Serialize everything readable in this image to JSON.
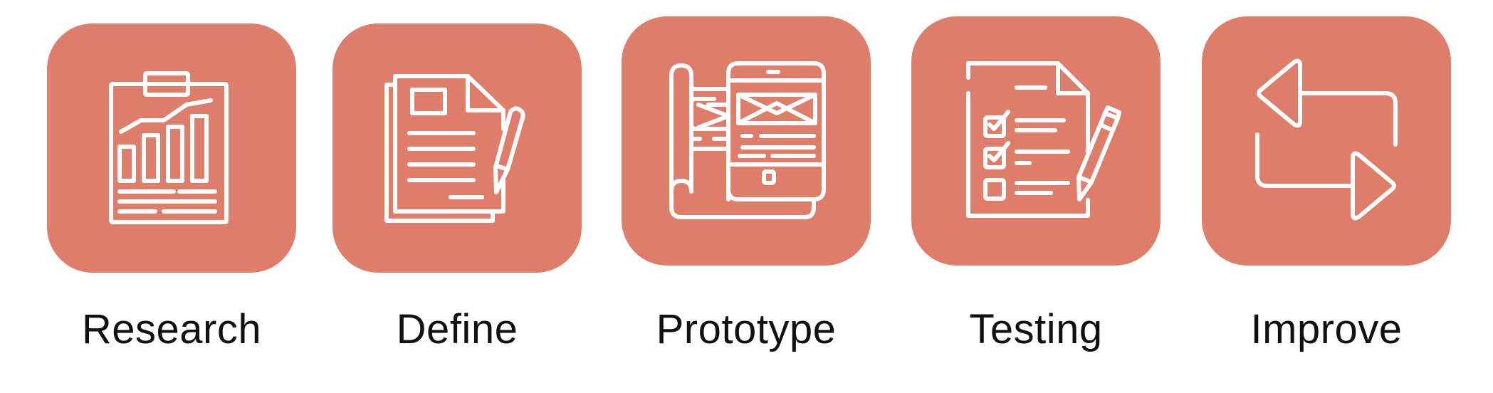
{
  "steps": [
    {
      "label": "Research",
      "icon": "chart-report-icon"
    },
    {
      "label": "Define",
      "icon": "document-pen-icon"
    },
    {
      "label": "Prototype",
      "icon": "blueprint-phone-icon"
    },
    {
      "label": "Testing",
      "icon": "checklist-pencil-icon"
    },
    {
      "label": "Improve",
      "icon": "loop-arrows-icon"
    }
  ],
  "colors": {
    "tile": "#df7d6b",
    "icon_stroke": "#ffffff",
    "label_text": "#111111"
  }
}
